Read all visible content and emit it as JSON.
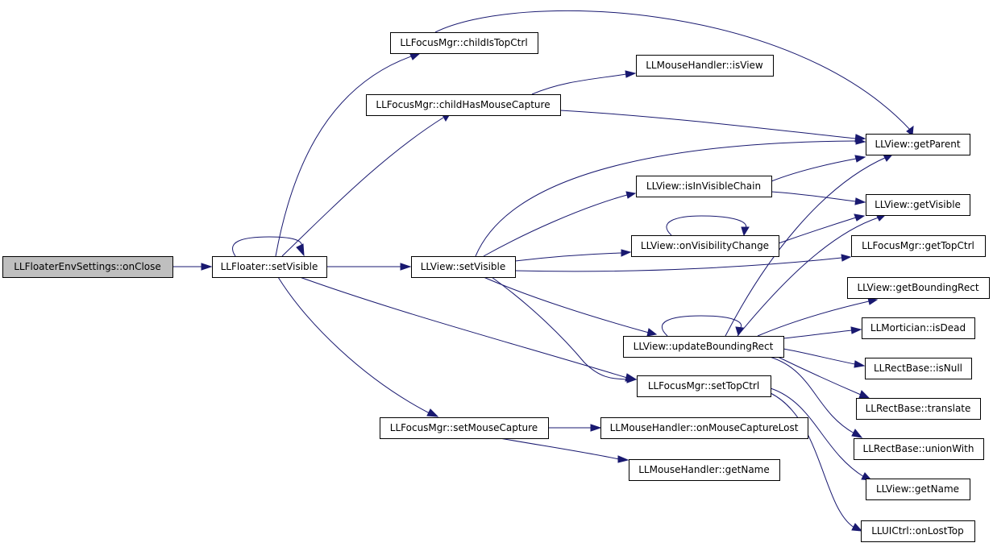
{
  "nodes": [
    {
      "id": "n0",
      "label": "LLFloaterEnvSettings::onClose",
      "root": true
    },
    {
      "id": "n1",
      "label": "LLFloater::setVisible"
    },
    {
      "id": "n2",
      "label": "LLFocusMgr::childIsTopCtrl"
    },
    {
      "id": "n3",
      "label": "LLFocusMgr::childHasMouseCapture"
    },
    {
      "id": "n4",
      "label": "LLView::setVisible"
    },
    {
      "id": "n5",
      "label": "LLFocusMgr::setTopCtrl"
    },
    {
      "id": "n6",
      "label": "LLFocusMgr::setMouseCapture"
    },
    {
      "id": "n7",
      "label": "LLMouseHandler::isView"
    },
    {
      "id": "n8",
      "label": "LLView::getParent"
    },
    {
      "id": "n9",
      "label": "LLView::isInVisibleChain"
    },
    {
      "id": "n10",
      "label": "LLView::onVisibilityChange"
    },
    {
      "id": "n11",
      "label": "LLView::updateBoundingRect"
    },
    {
      "id": "n12",
      "label": "LLMouseHandler::onMouseCaptureLost"
    },
    {
      "id": "n13",
      "label": "LLMouseHandler::getName"
    },
    {
      "id": "n14",
      "label": "LLView::getVisible"
    },
    {
      "id": "n15",
      "label": "LLFocusMgr::getTopCtrl"
    },
    {
      "id": "n16",
      "label": "LLView::getBoundingRect"
    },
    {
      "id": "n17",
      "label": "LLMortician::isDead"
    },
    {
      "id": "n18",
      "label": "LLRectBase::isNull"
    },
    {
      "id": "n19",
      "label": "LLRectBase::translate"
    },
    {
      "id": "n20",
      "label": "LLRectBase::unionWith"
    },
    {
      "id": "n21",
      "label": "LLView::getName"
    },
    {
      "id": "n22",
      "label": "LLUICtrl::onLostTop"
    }
  ],
  "edges": [
    {
      "from": "n0",
      "to": "n1"
    },
    {
      "from": "n1",
      "to": "n1"
    },
    {
      "from": "n1",
      "to": "n2"
    },
    {
      "from": "n1",
      "to": "n3"
    },
    {
      "from": "n1",
      "to": "n4"
    },
    {
      "from": "n1",
      "to": "n5"
    },
    {
      "from": "n1",
      "to": "n6"
    },
    {
      "from": "n2",
      "to": "n8"
    },
    {
      "from": "n3",
      "to": "n7"
    },
    {
      "from": "n3",
      "to": "n8"
    },
    {
      "from": "n4",
      "to": "n8"
    },
    {
      "from": "n4",
      "to": "n9"
    },
    {
      "from": "n4",
      "to": "n10"
    },
    {
      "from": "n4",
      "to": "n15"
    },
    {
      "from": "n4",
      "to": "n11"
    },
    {
      "from": "n4",
      "to": "n5"
    },
    {
      "from": "n9",
      "to": "n8"
    },
    {
      "from": "n9",
      "to": "n14"
    },
    {
      "from": "n10",
      "to": "n10"
    },
    {
      "from": "n10",
      "to": "n14"
    },
    {
      "from": "n11",
      "to": "n11"
    },
    {
      "from": "n11",
      "to": "n8"
    },
    {
      "from": "n11",
      "to": "n14"
    },
    {
      "from": "n11",
      "to": "n16"
    },
    {
      "from": "n11",
      "to": "n17"
    },
    {
      "from": "n11",
      "to": "n18"
    },
    {
      "from": "n11",
      "to": "n19"
    },
    {
      "from": "n11",
      "to": "n20"
    },
    {
      "from": "n5",
      "to": "n21"
    },
    {
      "from": "n5",
      "to": "n22"
    },
    {
      "from": "n6",
      "to": "n12"
    },
    {
      "from": "n6",
      "to": "n13"
    }
  ]
}
